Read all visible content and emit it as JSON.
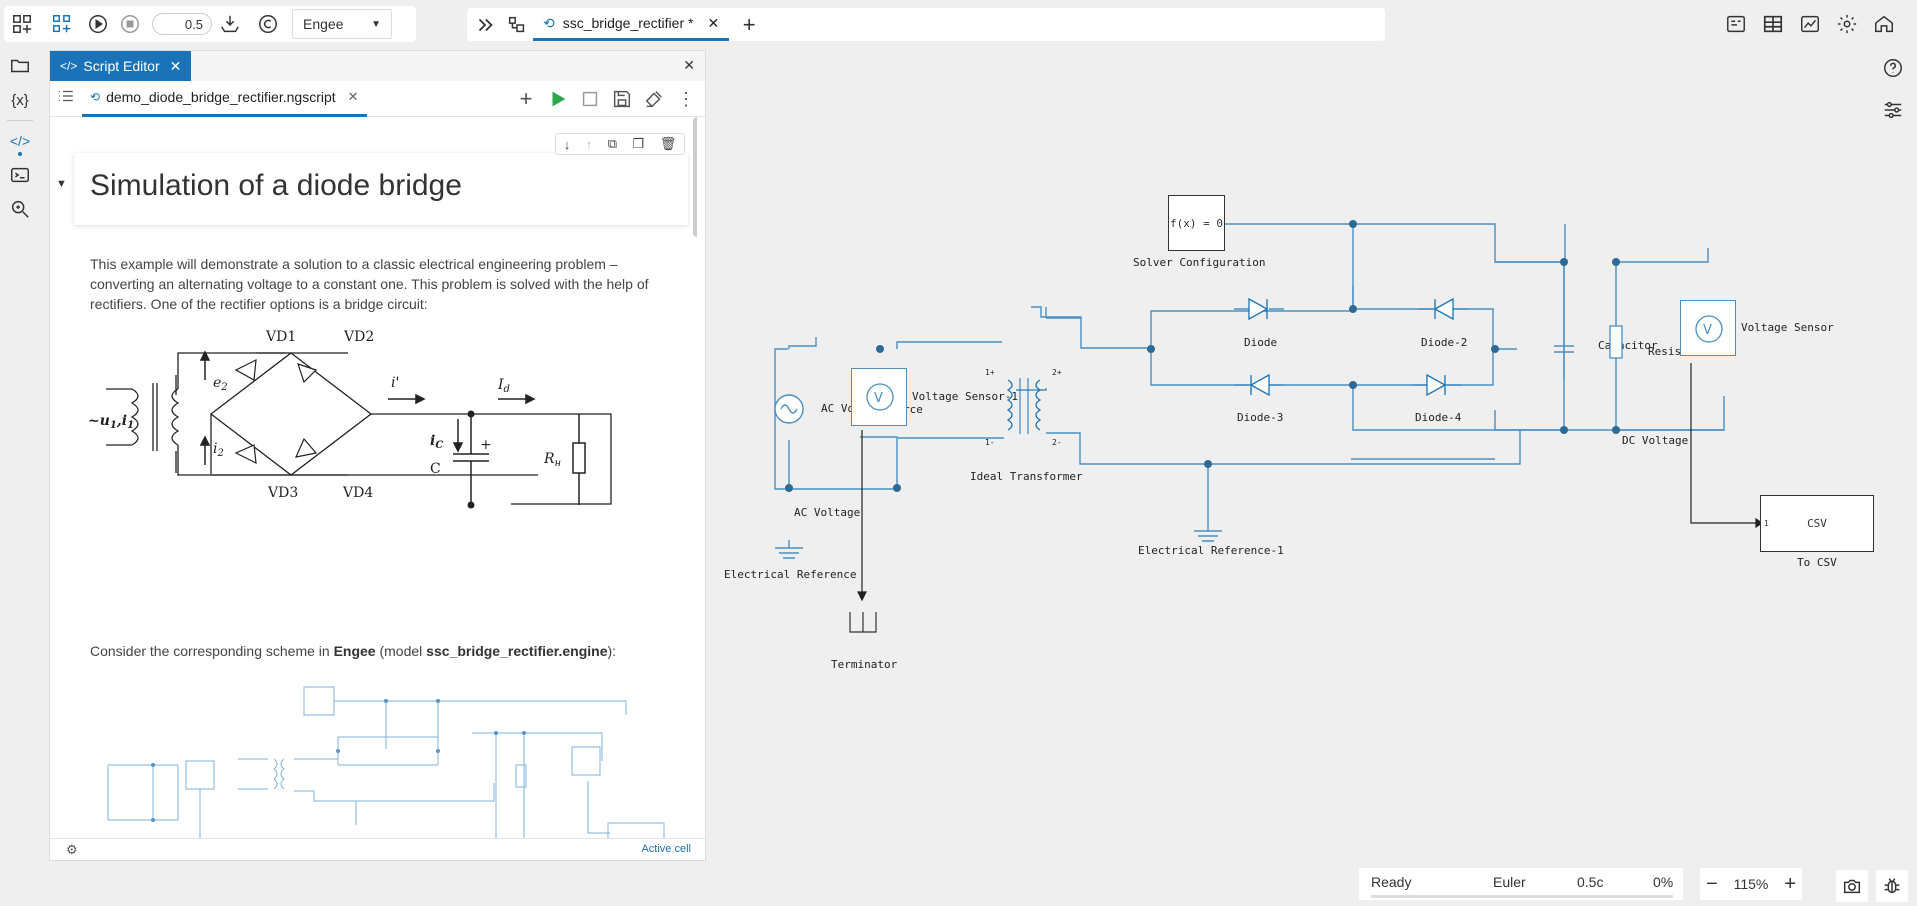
{
  "toolbar": {
    "step_value": "0.5",
    "solver_engine": "Engee"
  },
  "tabs": [
    {
      "label": "ssc_bridge_rectifier *"
    }
  ],
  "editor": {
    "title": "Script Editor",
    "file_tab": "demo_diode_bridge_rectifier.ngscript",
    "heading": "Simulation of a diode bridge",
    "paragraph": "This example will demonstrate a solution to a classic electrical engineering problem – converting an alternating voltage to a constant one. This problem is solved with the help of rectifiers. One of the rectifier options is a bridge circuit:",
    "consider_prefix": "Consider the corresponding scheme in ",
    "consider_engee": "Engee",
    "consider_mid": " (model ",
    "consider_model": "ssc_bridge_rectifier.engine",
    "consider_suffix": "):",
    "footer_status": "Active cell",
    "figure": {
      "vd1": "VD1",
      "vd2": "VD2",
      "vd3": "VD3",
      "vd4": "VD4",
      "e2": "e",
      "e2_sub": "2",
      "i2": "i",
      "i2_sub": "2",
      "iprime": "i'",
      "id": "I",
      "id_sub": "d",
      "ic": "i",
      "ic_sub": "C",
      "c": "C",
      "rn": "R",
      "rn_sub": "н",
      "plus": "+",
      "u1": "~u",
      "u1_sub": "1",
      "u1_tail": ",i",
      "u1_tail_sub": "1"
    }
  },
  "diagram": {
    "solver_box": "f(x) = 0",
    "solver_label": "Solver Configuration",
    "diode": "Diode",
    "diode2": "Diode-2",
    "diode3": "Diode-3",
    "diode4": "Diode-4",
    "ac_voltage_label": "AC Vo",
    "ac_voltage_label2": "rce",
    "voltage_sensor1": "Voltage Sensor-1",
    "ac_voltage_bottom": "AC Voltage",
    "electrical_reference": "Electrical Reference",
    "ideal_transformer": "Ideal Transformer",
    "electrical_reference1": "Electrical Reference-1",
    "terminator": "Terminator",
    "capacitor": "Capacitor",
    "resistor": "Resistor",
    "voltage_sensor": "Voltage Sensor",
    "dc_voltage": "DC Voltage",
    "csv_block": "CSV",
    "csv_port": "1",
    "to_csv": "To CSV",
    "port_1p": "1+",
    "port_1m": "1-",
    "port_2p": "2+",
    "port_2m": "2-",
    "v_letter": "V"
  },
  "statusbar": {
    "status": "Ready",
    "solver": "Euler",
    "time": "0.5c",
    "progress": "0%",
    "zoom": "115%"
  },
  "colors": {
    "accent": "#1a73b8",
    "wire": "#4a90c2",
    "run_green": "#2aa84a"
  }
}
